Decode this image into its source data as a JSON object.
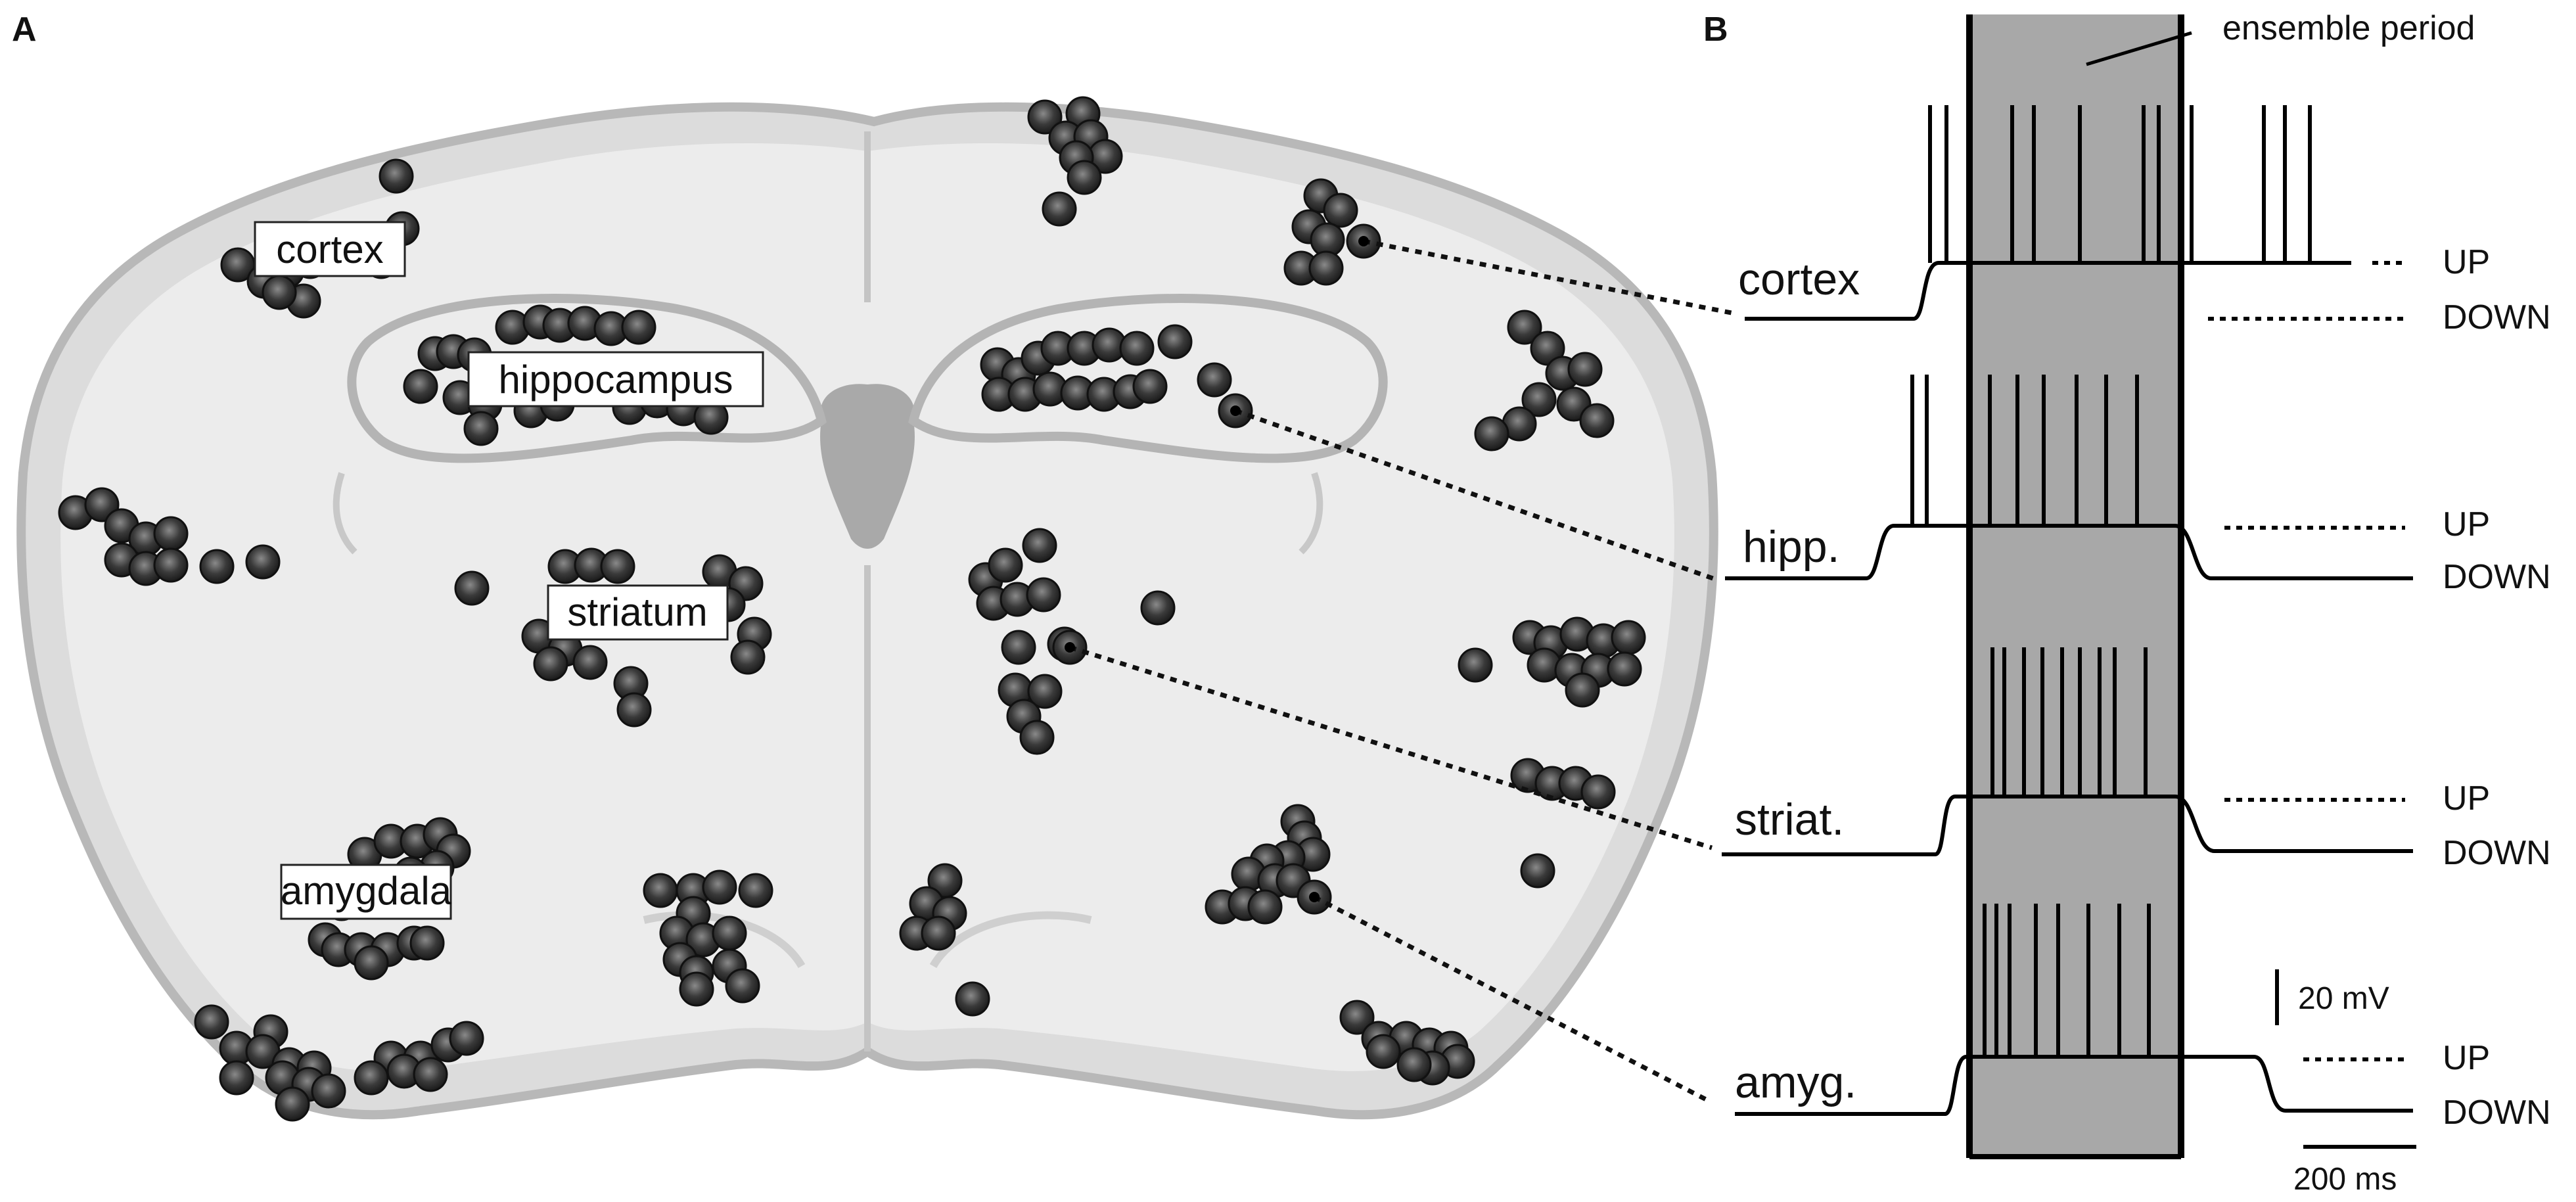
{
  "panels": {
    "a_label": "A",
    "b_label": "B"
  },
  "brain_regions": {
    "cortex": "cortex",
    "hippocampus": "hippocampus",
    "striatum": "striatum",
    "amygdala": "amygdala"
  },
  "traces": {
    "cortex": "cortex",
    "hipp": "hipp.",
    "striat": "striat.",
    "amyg": "amyg."
  },
  "states": {
    "up": "UP",
    "down": "DOWN"
  },
  "ensemble_label": "ensemble period",
  "scale_bars": {
    "voltage": "20 mV",
    "time": "200 ms"
  },
  "colors": {
    "neuron_fill": "#3a3a3a",
    "brain_fill": "#d9d9d9",
    "ensemble_shade": "#a8a8a8"
  }
}
